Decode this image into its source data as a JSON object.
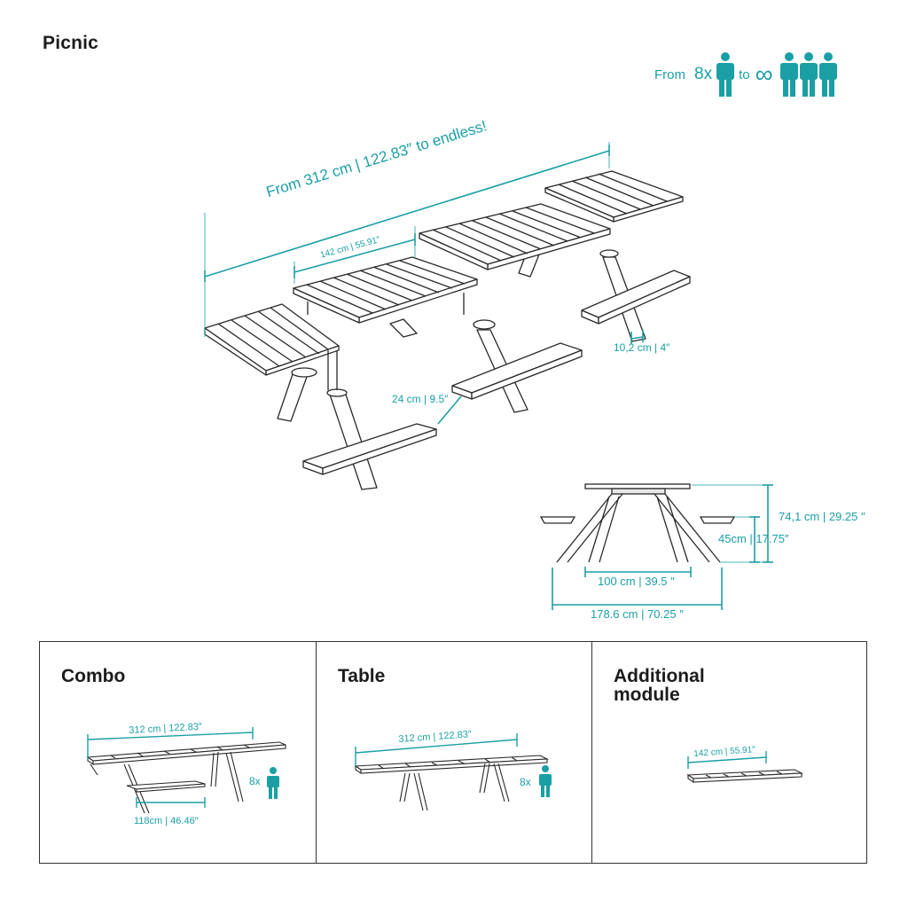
{
  "title": "Picnic",
  "capacity": {
    "from_label": "From",
    "count": "8x",
    "to_label": "to",
    "infinity": "∞"
  },
  "dimensions": {
    "total_length": "From 312 cm | 122.83″ to endless!",
    "module_length": "142 cm | 55.91″",
    "leg_width": "10,2 cm | 4″",
    "bench_width": "24 cm | 9.5″",
    "table_height": "74,1 cm | 29.25 ″",
    "seat_height": "45cm | 17.75″",
    "inner_width": "100 cm | 39.5 ″",
    "outer_width": "178.6 cm | 70.25 ″"
  },
  "panels": [
    {
      "title": "Combo",
      "dim_top": "312 cm | 122.83″",
      "dim_bottom": "118cm | 46.46″",
      "seats": "8x"
    },
    {
      "title": "Table",
      "dim_top": "312 cm | 122.83″",
      "seats": "8x"
    },
    {
      "title": "Additional module",
      "dim_top": "142 cm | 55.91″"
    }
  ],
  "colors": {
    "accent": "#1a9fa5",
    "line": "#2a2a2a"
  }
}
